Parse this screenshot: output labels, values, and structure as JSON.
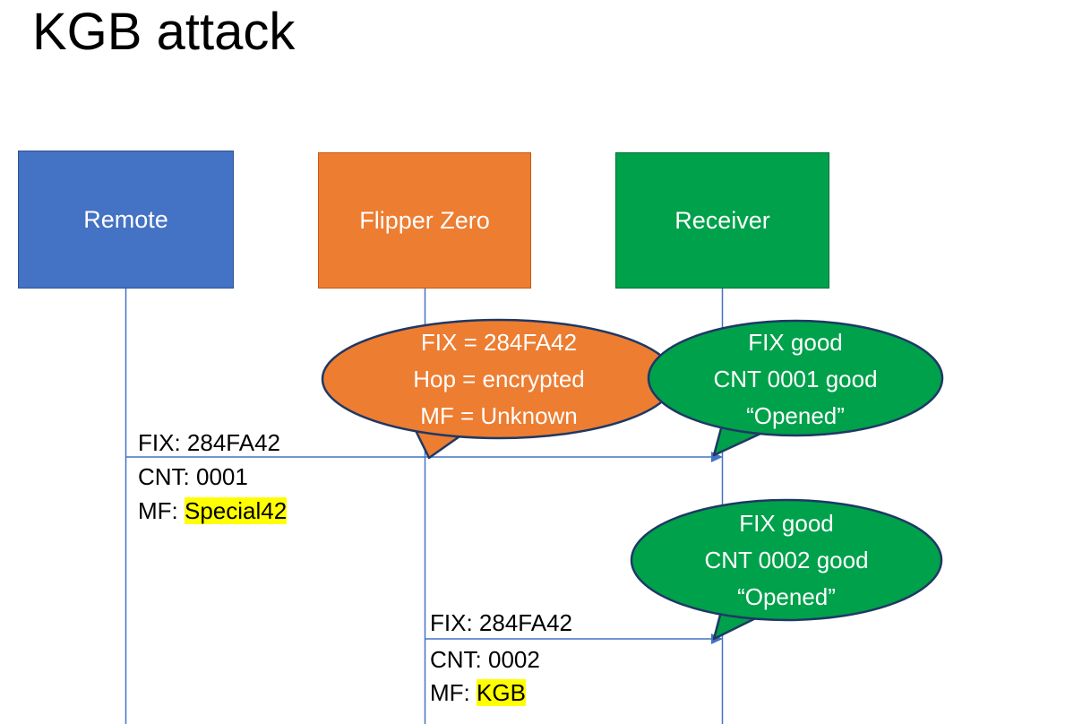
{
  "title": "KGB attack",
  "colors": {
    "blue": "#4472C4",
    "orange": "#ED7D31",
    "green": "#00A14B",
    "bubble_border": "#1F3864",
    "highlight": "#FFFF00"
  },
  "actors": [
    {
      "label": "Remote"
    },
    {
      "label": "Flipper Zero"
    },
    {
      "label": "Receiver"
    }
  ],
  "bubbles": [
    {
      "owner": "Flipper Zero",
      "lines": [
        "FIX = 284FA42",
        "Hop = encrypted",
        "MF = Unknown"
      ]
    },
    {
      "owner": "Receiver",
      "lines": [
        "FIX good",
        "CNT 0001 good",
        "“Opened”"
      ]
    },
    {
      "owner": "Receiver",
      "lines": [
        "FIX good",
        "CNT 0002 good",
        "“Opened”"
      ]
    }
  ],
  "messages": [
    {
      "from": "Remote",
      "to": "Receiver",
      "fix": "FIX: 284FA42",
      "cnt": "CNT: 0001",
      "mf_prefix": "MF: ",
      "mf_value": "Special42"
    },
    {
      "from": "Flipper Zero",
      "to": "Receiver",
      "fix": "FIX: 284FA42",
      "cnt": "CNT: 0002",
      "mf_prefix": "MF: ",
      "mf_value": "KGB"
    }
  ]
}
